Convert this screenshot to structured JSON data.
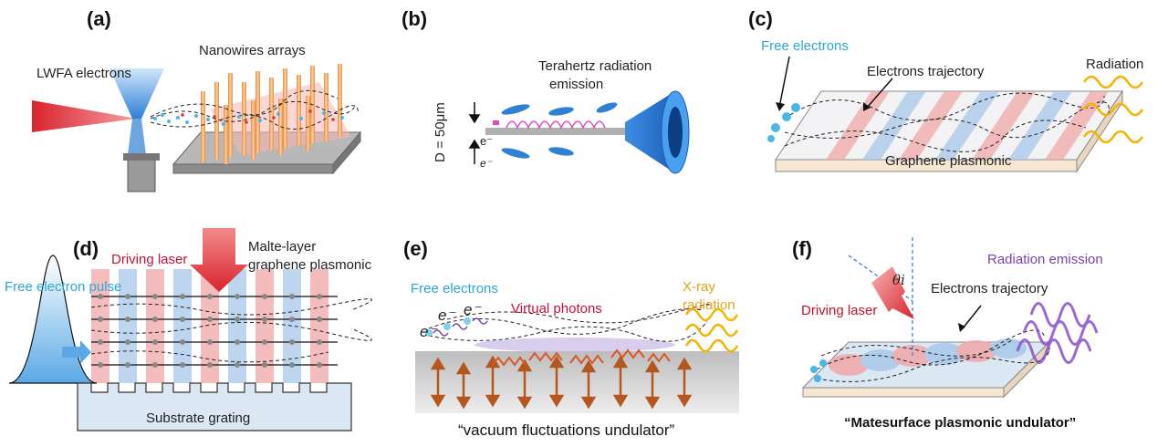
{
  "panels": {
    "a": {
      "label": "(a)",
      "lwfa": "LWFA electrons",
      "nanowires": "Nanowires arrays"
    },
    "b": {
      "label": "(b)",
      "emission_line1": "Terahertz radiation",
      "emission_line2": "emission",
      "diameter": "D = 50μm",
      "electron": "e⁻",
      "electron2": "e⁻"
    },
    "c": {
      "label": "(c)",
      "free_electrons": "Free electrons",
      "trajectory": "Electrons trajectory",
      "radiation": "Radiation",
      "graphene": "Graphene plasmonic"
    },
    "d": {
      "label": "(d)",
      "driving_laser": "Driving laser",
      "malte_line1": "Malte-layer",
      "malte_line2": "graphene plasmonic",
      "pulse": "Free electron pulse",
      "substrate": "Substrate grating"
    },
    "e": {
      "label": "(e)",
      "free_electrons": "Free electrons",
      "virtual": "Virtual photons",
      "xray_line1": "X-ray",
      "xray_line2": "radiation",
      "e1": "e⁻",
      "e2": "e⁻",
      "e3": "e⁻",
      "caption": "“vacuum fluctuations undulator”"
    },
    "f": {
      "label": "(f)",
      "radiation": "Radiation emission",
      "theta": "θi",
      "trajectory": "Electrons trajectory",
      "driving_laser": "Driving laser",
      "caption": "“Matesurface plasmonic undulator”"
    }
  },
  "colors": {
    "cyan": "#2aa7d8",
    "red": "#c8102e",
    "orange": "#e8a317",
    "purple": "#7b3fb5",
    "blue_band": "#a9c8ea",
    "red_band": "#f1a8a8"
  }
}
